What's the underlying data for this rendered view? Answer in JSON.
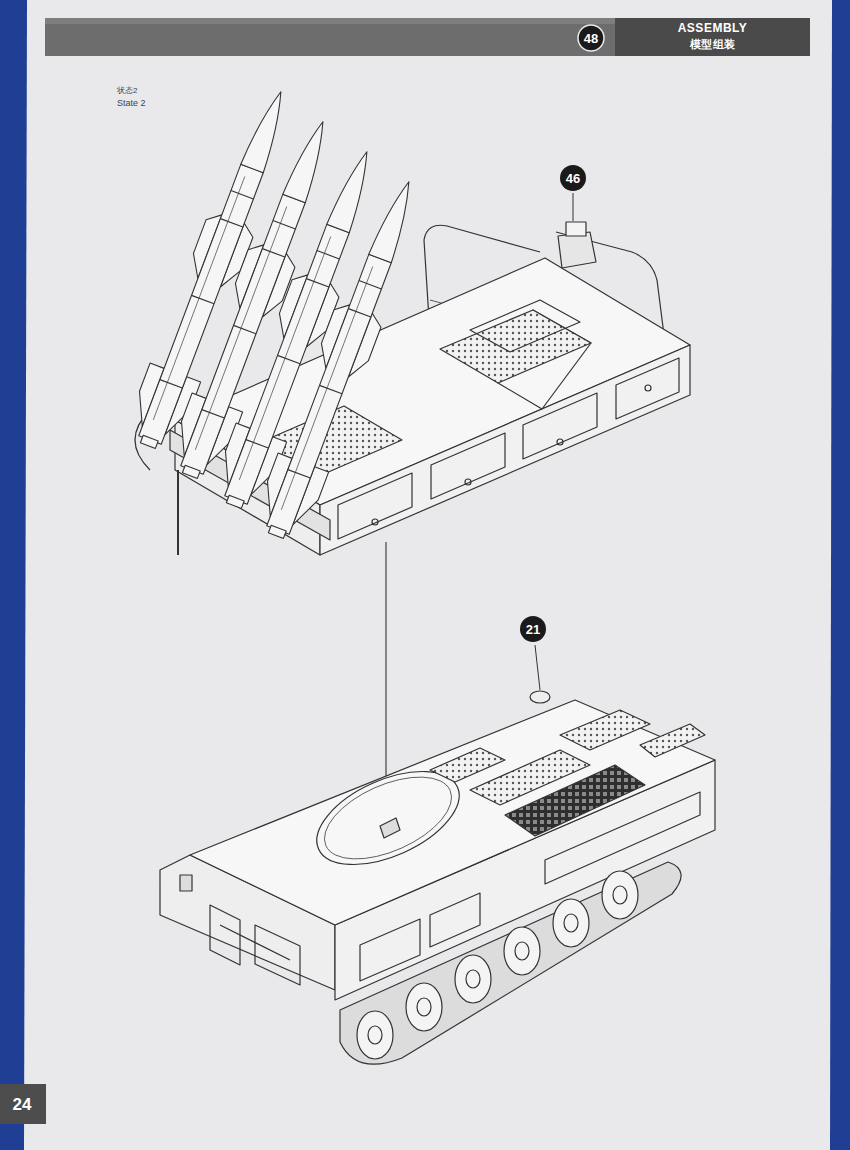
{
  "diagram": {
    "nodes": [
      {
        "text": [
          "ASSEMBLY",
          "模型组装"
        ]
      }
    ],
    "labels": [
      "48",
      "状态2",
      "State 2",
      "46",
      "21",
      "24"
    ]
  }
}
